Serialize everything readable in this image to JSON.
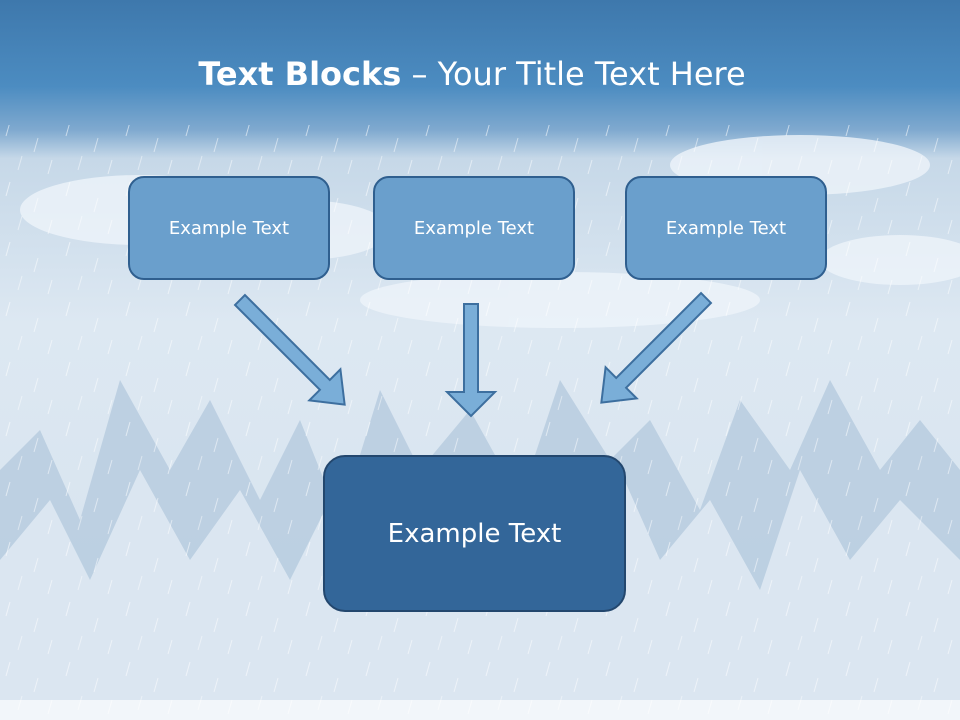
{
  "slide": {
    "title_bold": "Text Blocks",
    "title_dash": "–",
    "title_rest": "Your Title Text Here",
    "blocks": [
      "Example Text",
      "Example Text",
      "Example Text"
    ],
    "main_block": "Example Text"
  },
  "colors": {
    "header_blue": "#4f8fc3",
    "box_fill": "#6a9fcc",
    "box_border": "#2f5f8f",
    "main_box_fill": "#336699",
    "arrow_fill": "#7aaed8"
  }
}
